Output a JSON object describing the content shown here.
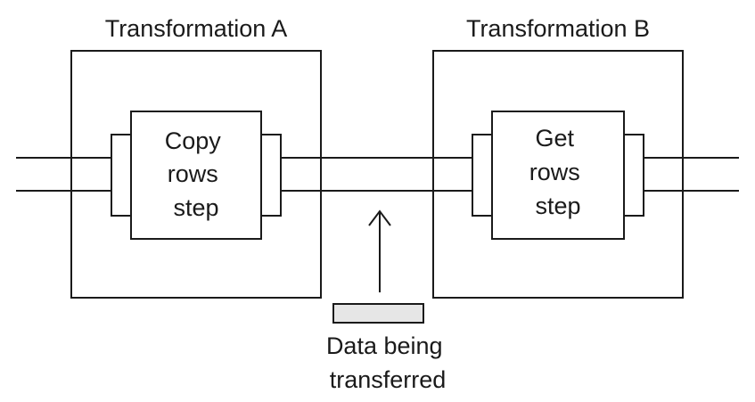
{
  "diagram": {
    "transformation_a": {
      "title": "Transformation A",
      "step_lines": [
        "Copy",
        "rows",
        "step"
      ]
    },
    "transformation_b": {
      "title": "Transformation B",
      "step_lines": [
        "Get",
        "rows",
        "step"
      ]
    },
    "data_label_lines": [
      "Data being",
      "transferred"
    ],
    "colors": {
      "line": "#1a1a1a",
      "packet_fill": "#e6e6e6",
      "background": "#ffffff"
    }
  }
}
